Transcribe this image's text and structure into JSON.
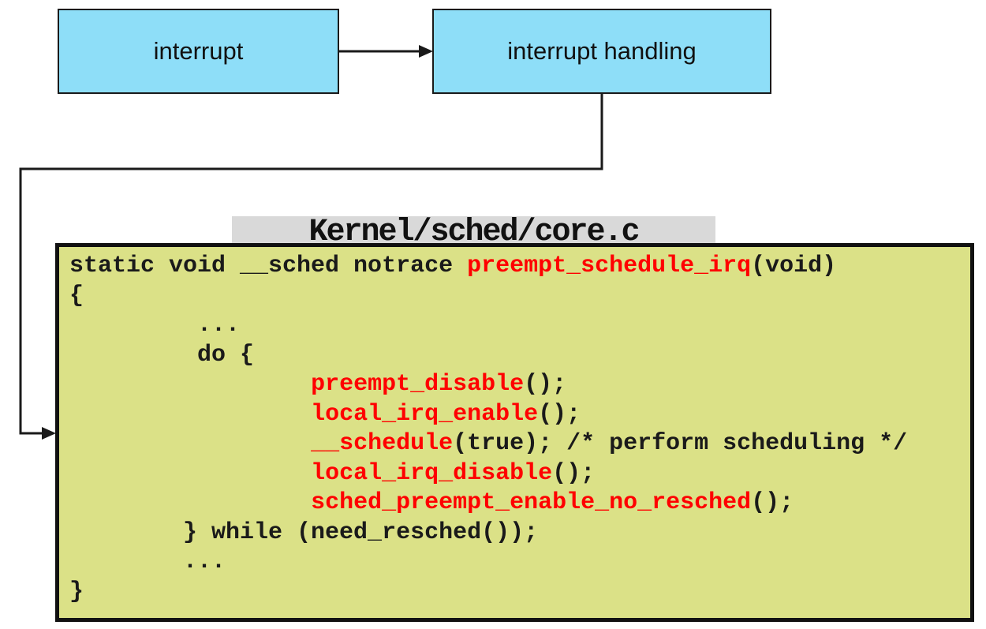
{
  "colors": {
    "node_fill": "#8EDEF8",
    "node_border": "#1A1A1A",
    "line_color": "#1A1A1A",
    "label_bg": "#D9D9D9",
    "code_fill": "#DBE187",
    "code_border": "#111111",
    "code_black": "#1A1A1A",
    "keyword_red": "#FF0000"
  },
  "nodes": {
    "interrupt": {
      "label": "interrupt"
    },
    "interrupt_handling": {
      "label": "interrupt handling"
    }
  },
  "code_panel": {
    "file_label": "Kernel/sched/core.c",
    "lines": [
      {
        "segments": [
          {
            "t": "static void __sched notrace ",
            "c": "black"
          },
          {
            "t": "preempt_schedule_irq",
            "c": "red"
          },
          {
            "t": "(void)",
            "c": "black"
          }
        ]
      },
      {
        "segments": [
          {
            "t": "{",
            "c": "black"
          }
        ]
      },
      {
        "segments": [
          {
            "t": "         ...",
            "c": "black"
          }
        ]
      },
      {
        "segments": [
          {
            "t": "         do {",
            "c": "black"
          }
        ]
      },
      {
        "segments": [
          {
            "t": "                 ",
            "c": "black"
          },
          {
            "t": "preempt_disable",
            "c": "red"
          },
          {
            "t": "();",
            "c": "black"
          }
        ]
      },
      {
        "segments": [
          {
            "t": "                 ",
            "c": "black"
          },
          {
            "t": "local_irq_enable",
            "c": "red"
          },
          {
            "t": "();",
            "c": "black"
          }
        ]
      },
      {
        "segments": [
          {
            "t": "                 ",
            "c": "black"
          },
          {
            "t": "__schedule",
            "c": "red"
          },
          {
            "t": "(true); /* perform scheduling */",
            "c": "black"
          }
        ]
      },
      {
        "segments": [
          {
            "t": "                 ",
            "c": "black"
          },
          {
            "t": "local_irq_disable",
            "c": "red"
          },
          {
            "t": "();",
            "c": "black"
          }
        ]
      },
      {
        "segments": [
          {
            "t": "                 ",
            "c": "black"
          },
          {
            "t": "sched_preempt_enable_no_resched",
            "c": "red"
          },
          {
            "t": "();",
            "c": "black"
          }
        ]
      },
      {
        "segments": [
          {
            "t": "        } while (need_resched());",
            "c": "black"
          }
        ]
      },
      {
        "segments": [
          {
            "t": "        ...",
            "c": "black"
          }
        ]
      },
      {
        "segments": [
          {
            "t": "}",
            "c": "black"
          }
        ]
      }
    ]
  }
}
